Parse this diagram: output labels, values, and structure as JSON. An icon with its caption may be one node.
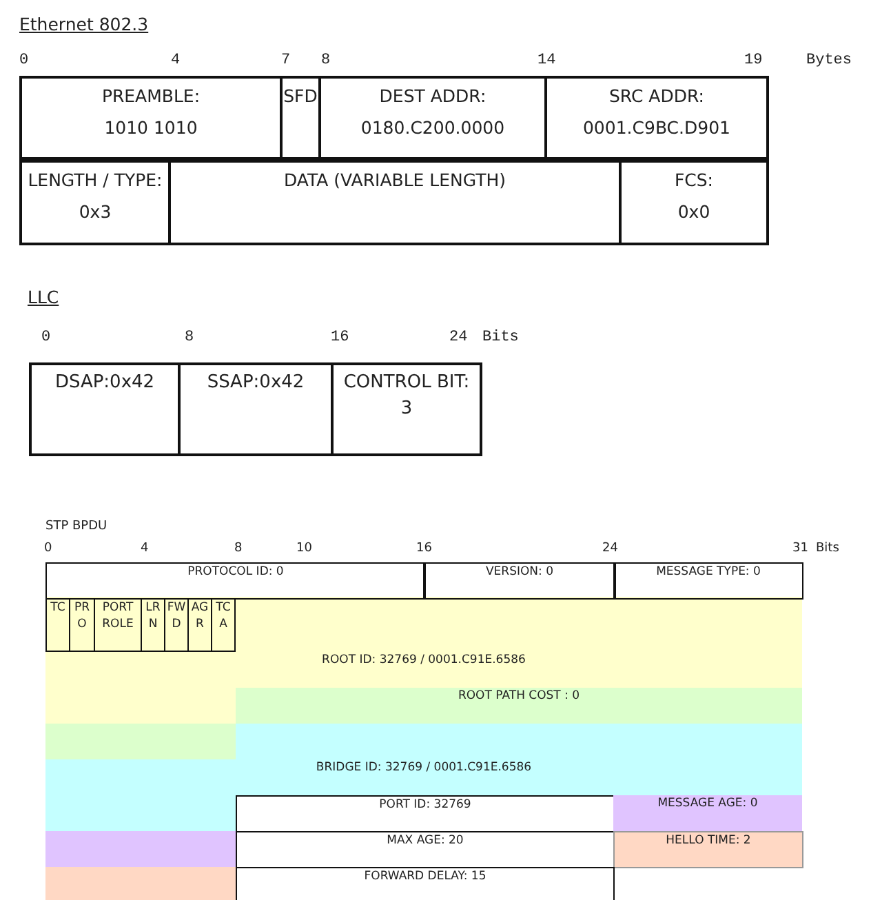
{
  "diagram": {
    "nodes": [
      {
        "text": [
          "PREAMBLE:",
          "1010 1010"
        ]
      },
      {
        "text": [
          "SFD"
        ]
      },
      {
        "text": [
          "DEST ADDR:",
          "0180.C200.0000"
        ]
      },
      {
        "text": [
          "SRC ADDR:",
          "0001.C9BC.D901"
        ]
      },
      {
        "text": [
          "LENGTH / TYPE:",
          "0x3"
        ]
      },
      {
        "text": [
          "DATA (VARIABLE LENGTH)"
        ]
      },
      {
        "text": [
          "FCS:",
          "0x0"
        ]
      },
      {
        "text": [
          "DSAP:0x42"
        ]
      },
      {
        "text": [
          "SSAP:0x42"
        ]
      },
      {
        "text": [
          "CONTROL BIT: 3"
        ]
      },
      {
        "text": [
          "PROTOCOL ID: 0"
        ]
      },
      {
        "text": [
          "VERSION: 0"
        ]
      },
      {
        "text": [
          "MESSAGE TYPE: 0"
        ]
      },
      {
        "text": [
          "TC"
        ]
      },
      {
        "text": [
          "PRO"
        ]
      },
      {
        "text": [
          "PORT ROLE"
        ]
      },
      {
        "text": [
          "LRN"
        ]
      },
      {
        "text": [
          "FWD"
        ]
      },
      {
        "text": [
          "AGR"
        ]
      },
      {
        "text": [
          "TCA"
        ]
      },
      {
        "text": [
          "ROOT ID: 32769 / 0001.C91E.6586"
        ]
      },
      {
        "text": [
          "ROOT PATH COST : 0"
        ]
      },
      {
        "text": [
          "BRIDGE ID: 32769 / 0001.C91E.6586"
        ]
      },
      {
        "text": [
          "PORT ID: 32769"
        ]
      },
      {
        "text": [
          "MESSAGE AGE: 0"
        ]
      },
      {
        "text": [
          "MAX AGE: 20"
        ]
      },
      {
        "text": [
          "HELLO TIME: 2"
        ]
      },
      {
        "text": [
          "FORWARD DELAY: 15"
        ]
      }
    ],
    "labels": [
      "Ethernet 802.3",
      "0",
      "4",
      "7",
      "8",
      "14",
      "19",
      "Bytes",
      "LLC",
      "0",
      "8",
      "16",
      "24",
      "Bits",
      "STP BPDU",
      "0",
      "4",
      "8",
      "10",
      "16",
      "24",
      "31",
      "Bits"
    ]
  }
}
